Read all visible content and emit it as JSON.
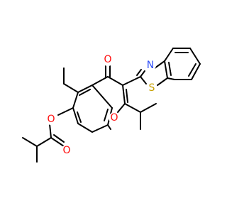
{
  "molecule": {
    "atoms": [
      {
        "id": "O_ketone",
        "symbol": "O",
        "color": "#ff0d0d"
      },
      {
        "id": "N_thiazole",
        "symbol": "N",
        "color": "#3050f8"
      },
      {
        "id": "S_thiazole",
        "symbol": "S",
        "color": "#c8a000"
      },
      {
        "id": "O_ring",
        "symbol": "O",
        "color": "#ff0d0d"
      },
      {
        "id": "O_ester",
        "symbol": "O",
        "color": "#ff0d0d"
      },
      {
        "id": "O_carbonyl",
        "symbol": "O",
        "color": "#ff0d0d"
      }
    ],
    "bond_color": "#000000"
  }
}
